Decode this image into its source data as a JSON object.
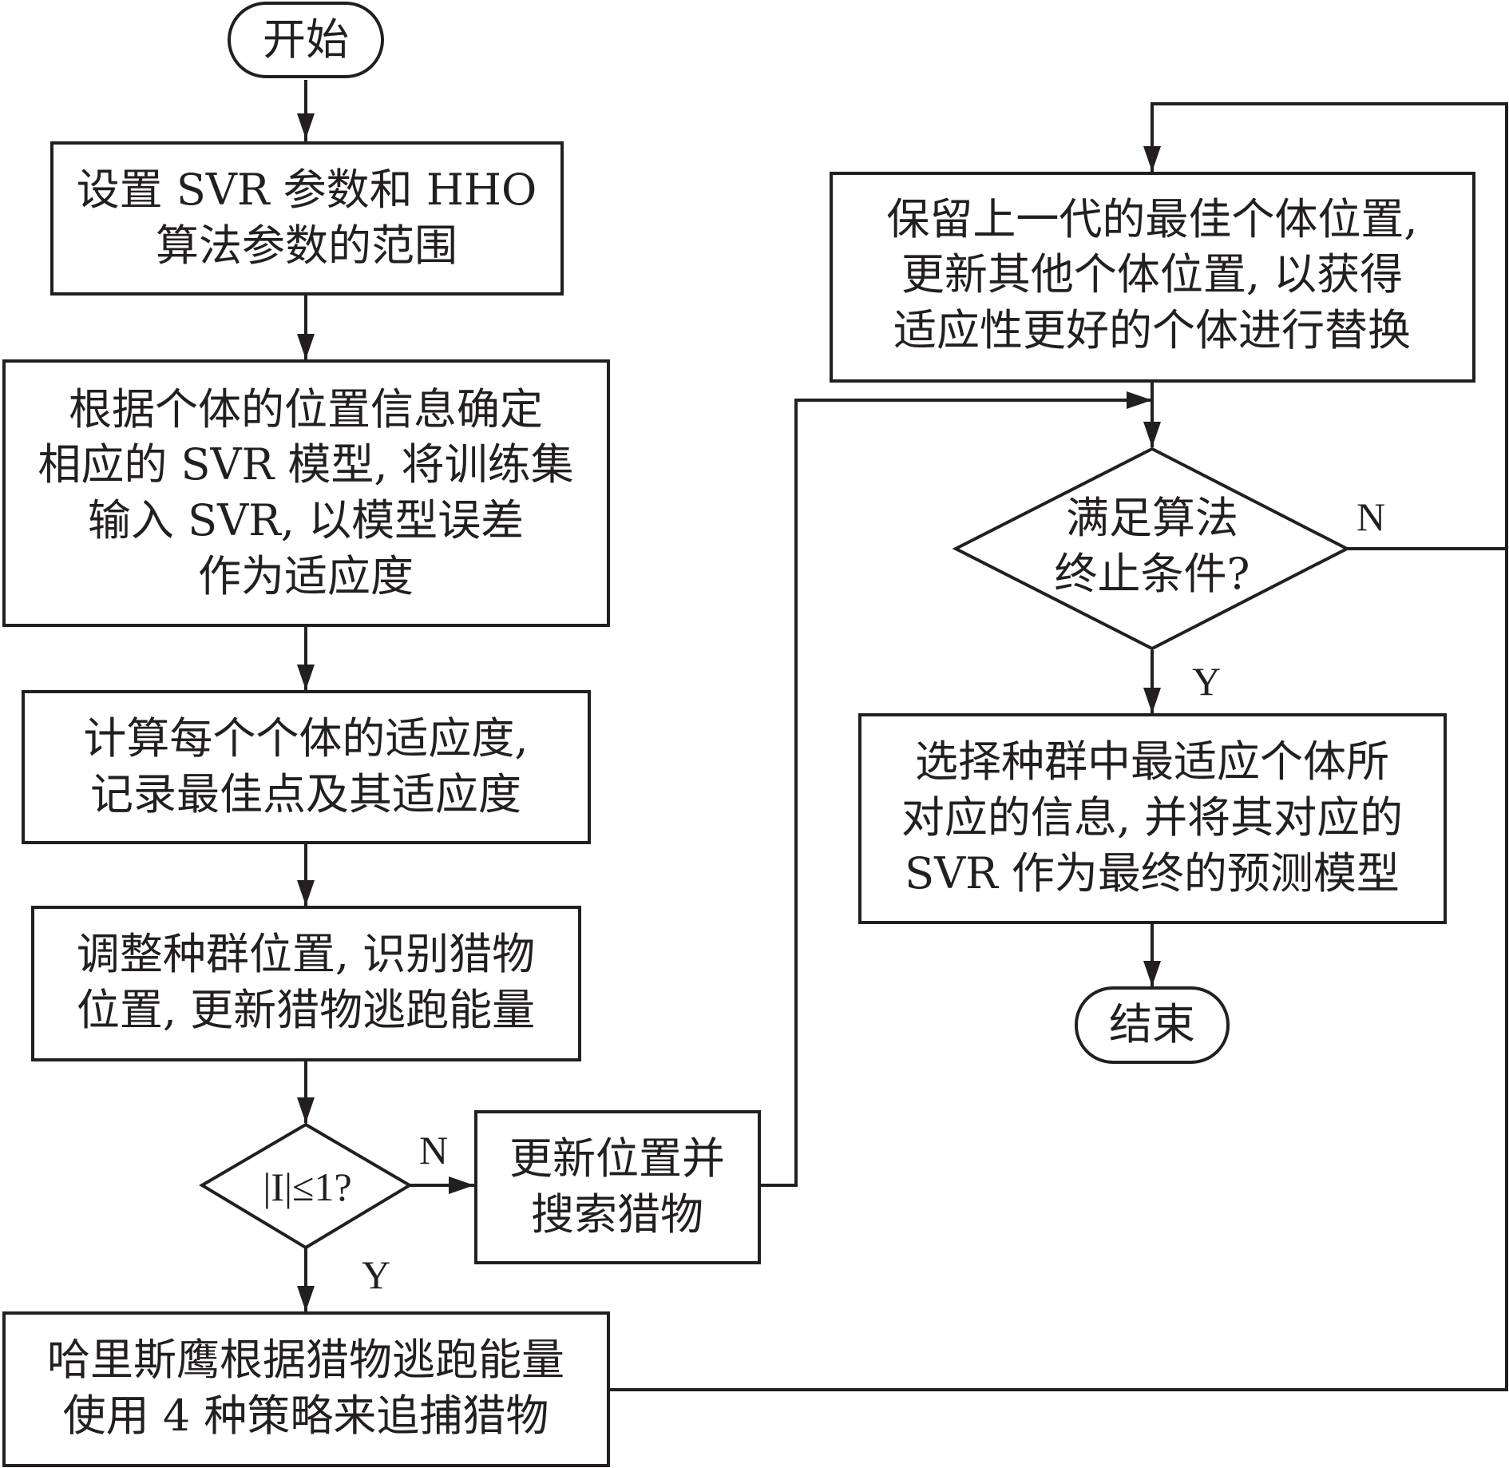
{
  "nodes": {
    "start": {
      "lines": [
        "开始"
      ]
    },
    "set_params": {
      "lines": [
        "设置 SVR 参数和 HHO",
        "算法参数的范围"
      ]
    },
    "determine_model": {
      "lines": [
        "根据个体的位置信息确定",
        "相应的 SVR 模型, 将训练集",
        "输入 SVR, 以模型误差",
        "作为适应度"
      ]
    },
    "compute_fitness": {
      "lines": [
        "计算每个个体的适应度,",
        "记录最佳点及其适应度"
      ]
    },
    "adjust_population": {
      "lines": [
        "调整种群位置, 识别猎物",
        "位置, 更新猎物逃跑能量"
      ]
    },
    "decision_energy": {
      "lines": [
        "|I|≤1?"
      ]
    },
    "update_search": {
      "lines": [
        "更新位置并",
        "搜索猎物"
      ]
    },
    "hawk_strategies": {
      "lines": [
        "哈里斯鹰根据猎物逃跑能量",
        "使用 4 种策略来追捕猎物"
      ]
    },
    "keep_best": {
      "lines": [
        "保留上一代的最佳个体位置,",
        "更新其他个体位置, 以获得",
        "适应性更好的个体进行替换"
      ]
    },
    "decision_stop": {
      "lines": [
        "满足算法",
        "终止条件?"
      ]
    },
    "select_best": {
      "lines": [
        "选择种群中最适应个体所",
        "对应的信息, 并将其对应的",
        "SVR 作为最终的预测模型"
      ]
    },
    "end": {
      "lines": [
        "结束"
      ]
    }
  },
  "edge_labels": {
    "energy_no": "N",
    "energy_yes": "Y",
    "stop_no": "N",
    "stop_yes": "Y"
  },
  "colors": {
    "stroke": "#231f20",
    "fill": "#ffffff",
    "text": "#231f20"
  }
}
